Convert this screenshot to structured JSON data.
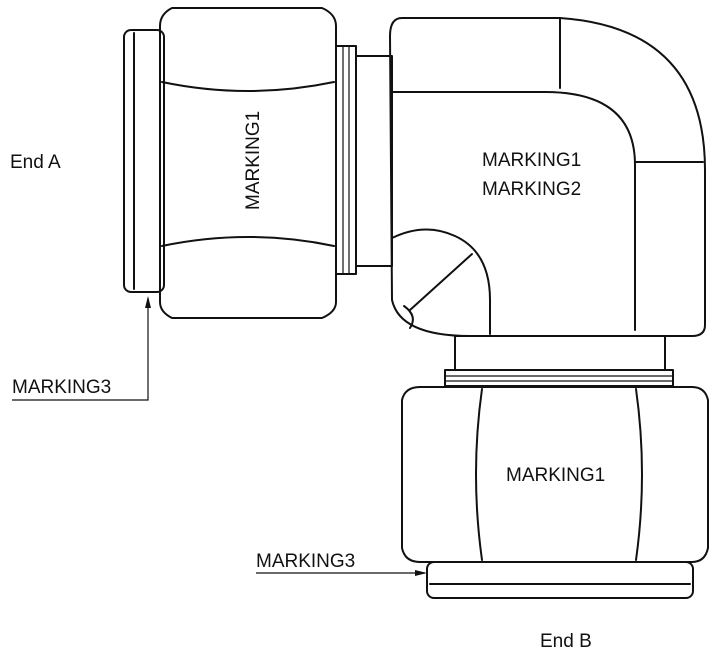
{
  "labels": {
    "end_a": "End A",
    "end_b": "End B",
    "marking1_nut_a": "MARKING1",
    "marking1_body": "MARKING1",
    "marking2_body": "MARKING2",
    "marking1_nut_b": "MARKING1",
    "marking3_end_a": "MARKING3",
    "marking3_end_b": "MARKING3"
  },
  "colors": {
    "ink": "#111111",
    "background": "#ffffff"
  }
}
